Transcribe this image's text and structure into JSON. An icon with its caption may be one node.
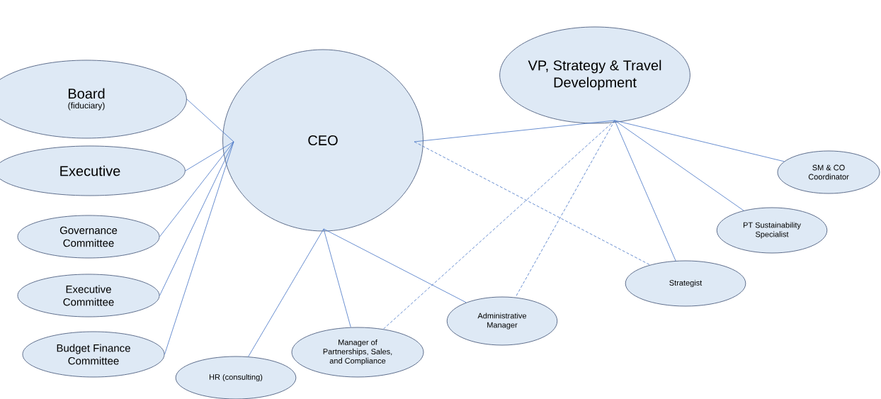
{
  "diagram": {
    "nodes": [
      {
        "text": [
          "Board",
          "(fiduciary)"
        ]
      },
      {
        "text": [
          "Executive"
        ]
      },
      {
        "text": [
          "Governance Committee"
        ]
      },
      {
        "text": [
          "Executive Committee"
        ]
      },
      {
        "text": [
          "Budget Finance Committee"
        ]
      },
      {
        "text": [
          "CEO"
        ]
      },
      {
        "text": [
          "VP, Strategy & Travel Development"
        ]
      },
      {
        "text": [
          "SM & CO Coordinator"
        ]
      },
      {
        "text": [
          "PT Sustainability Specialist"
        ]
      },
      {
        "text": [
          "Strategist"
        ]
      },
      {
        "text": [
          "Administrative Manager"
        ]
      },
      {
        "text": [
          "Manager of Partnerships, Sales, and Compliance"
        ]
      },
      {
        "text": [
          "HR (consulting)"
        ]
      }
    ],
    "edges": [
      {
        "from": 0,
        "to": 5,
        "arrow": "none"
      },
      {
        "from": 1,
        "to": 5,
        "arrow": "none"
      },
      {
        "from": 2,
        "to": 5,
        "arrow": "none"
      },
      {
        "from": 3,
        "to": 5,
        "arrow": "none"
      },
      {
        "from": 4,
        "to": 5,
        "arrow": "none"
      },
      {
        "from": 5,
        "to": 6,
        "arrow": "none"
      },
      {
        "from": 5,
        "to": 12,
        "arrow": "none"
      },
      {
        "from": 5,
        "to": 11,
        "arrow": "none"
      },
      {
        "from": 5,
        "to": 10,
        "arrow": "none"
      },
      {
        "from": 5,
        "to": 9,
        "arrow": "none",
        "style": "dashed"
      },
      {
        "from": 6,
        "to": 7,
        "arrow": "none"
      },
      {
        "from": 6,
        "to": 8,
        "arrow": "none"
      },
      {
        "from": 6,
        "to": 9,
        "arrow": "none"
      },
      {
        "from": 6,
        "to": 11,
        "arrow": "none",
        "style": "dashed"
      },
      {
        "from": 6,
        "to": 10,
        "arrow": "none",
        "style": "dashed"
      }
    ]
  }
}
